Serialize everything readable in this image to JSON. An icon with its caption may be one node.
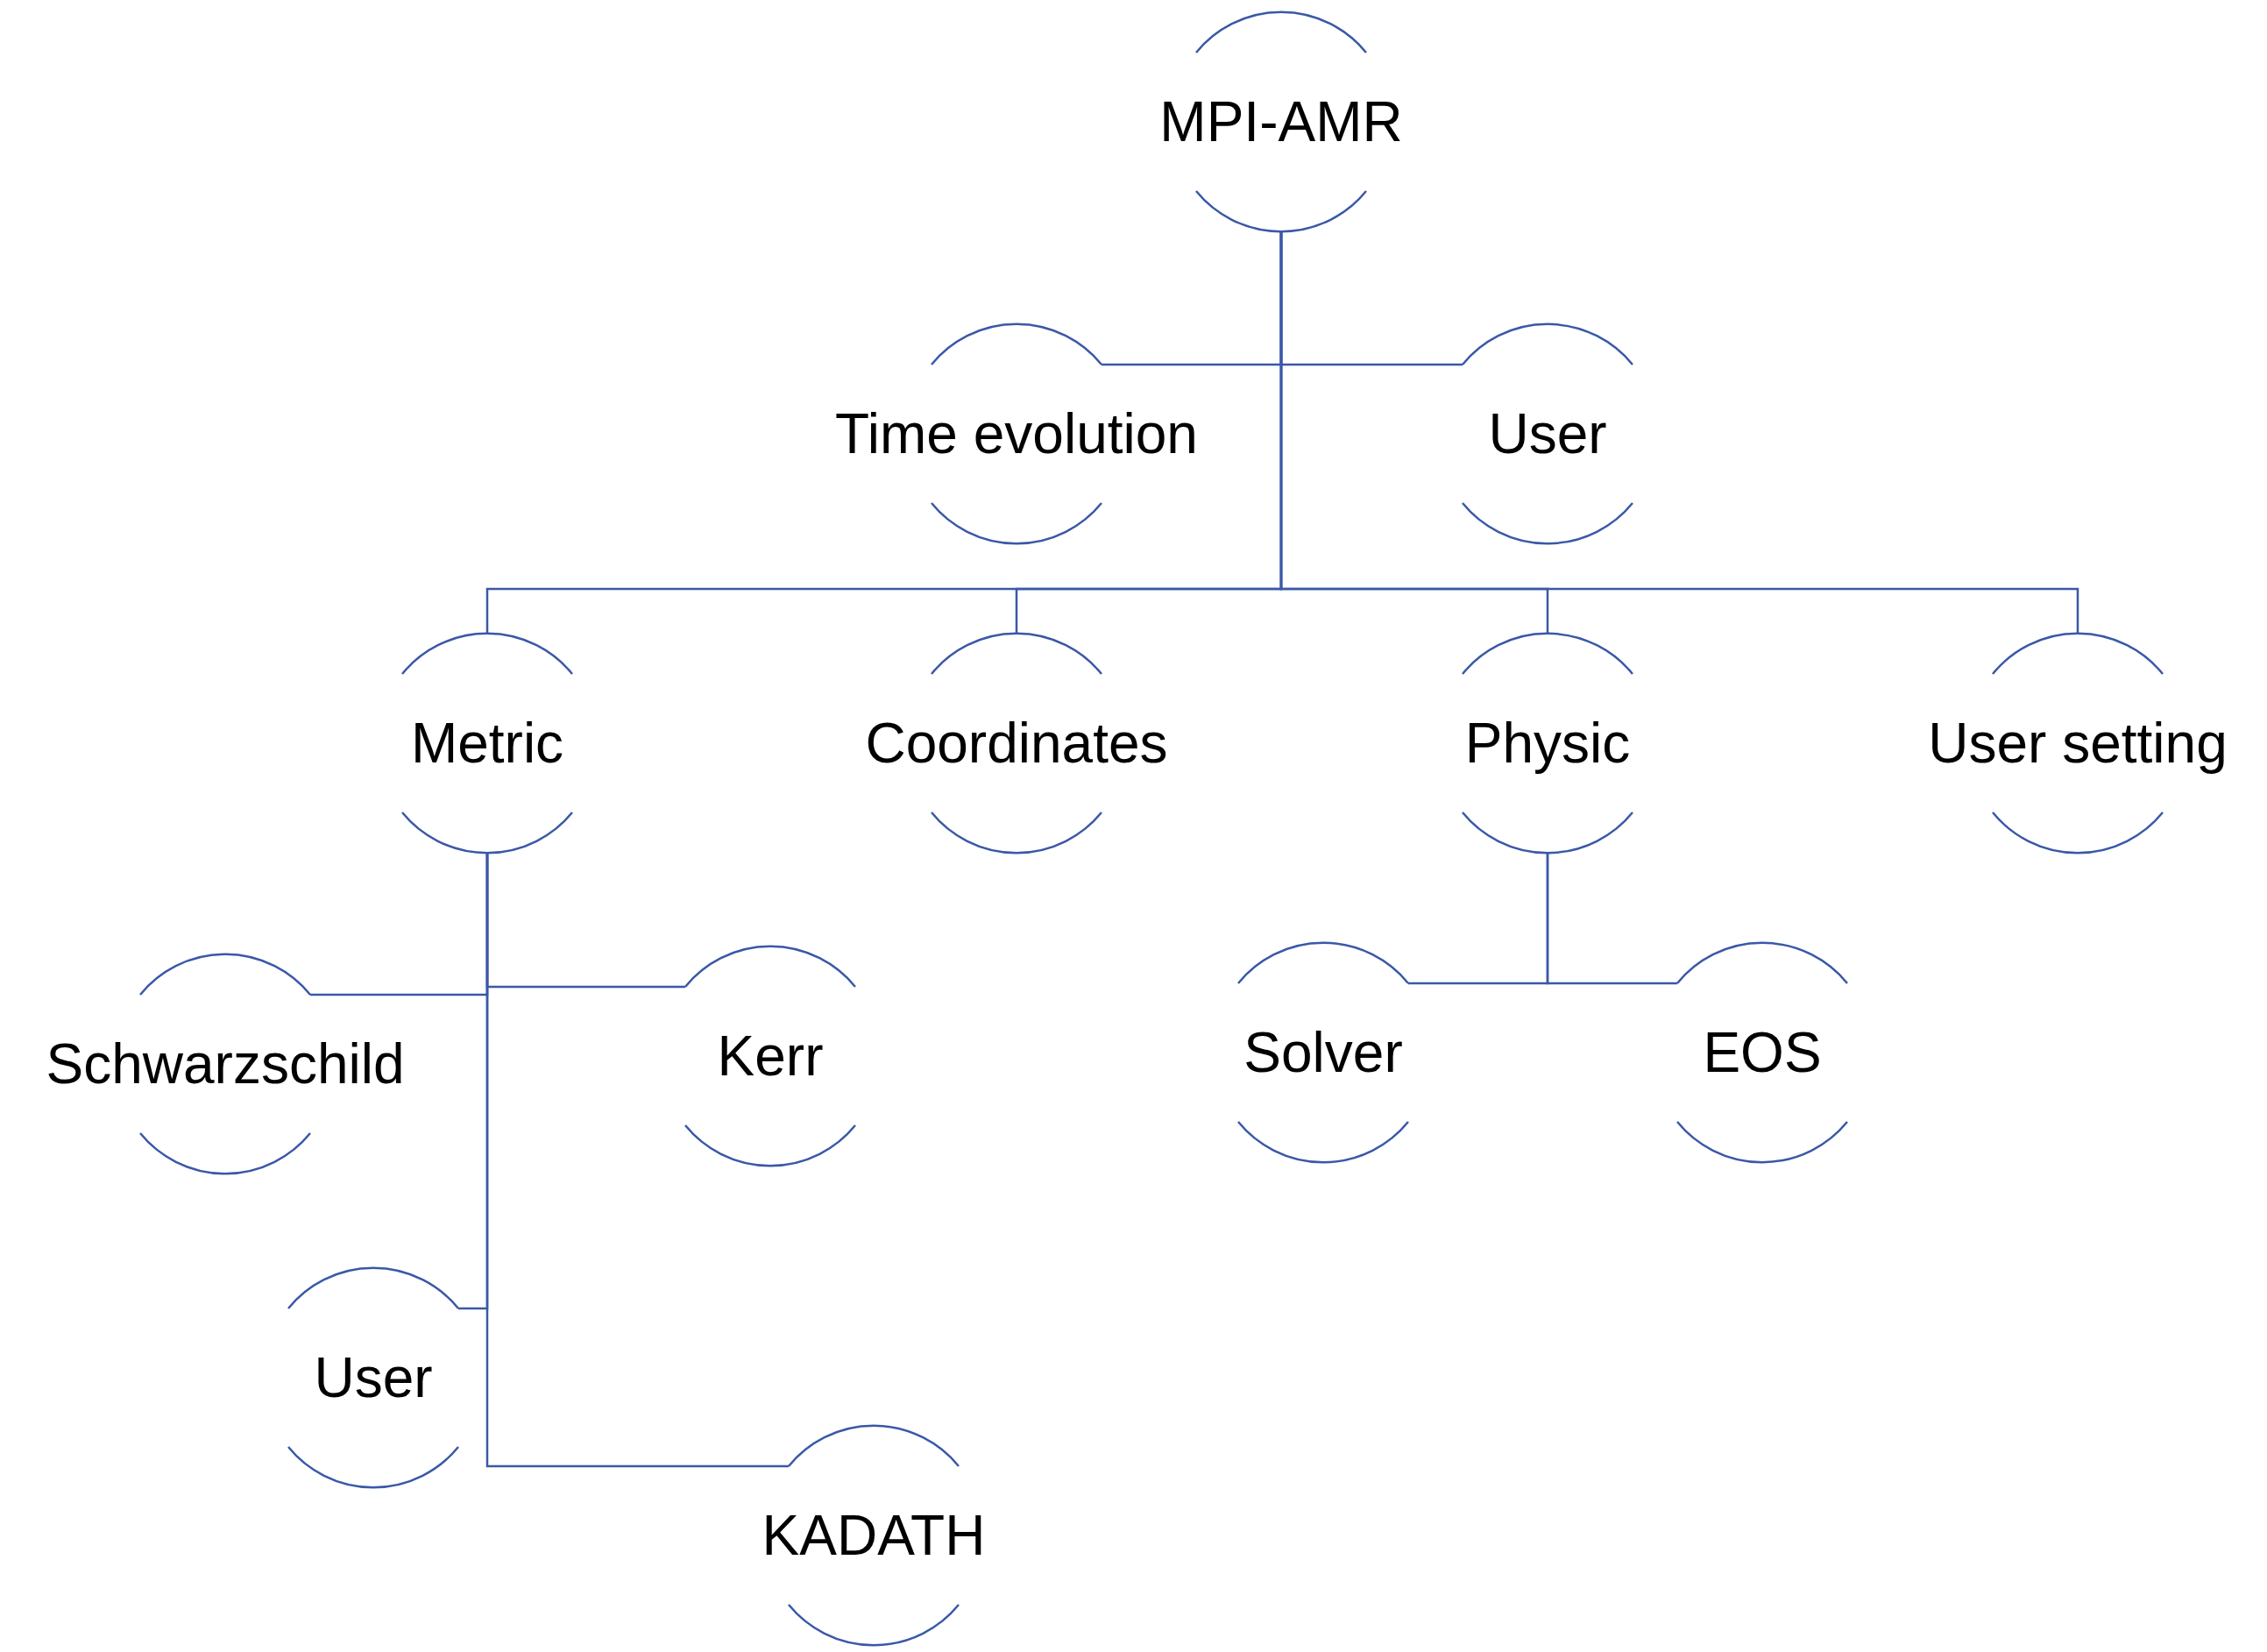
{
  "diagram": {
    "nodes": [
      {
        "text": [
          "MPI-AMR"
        ]
      },
      {
        "text": [
          "Time evolution"
        ]
      },
      {
        "text": [
          "User"
        ]
      },
      {
        "text": [
          "Metric"
        ]
      },
      {
        "text": [
          "Coordinates"
        ]
      },
      {
        "text": [
          "Physic"
        ]
      },
      {
        "text": [
          "User setting"
        ]
      },
      {
        "text": [
          "Schwarzschild"
        ]
      },
      {
        "text": [
          "Kerr"
        ]
      },
      {
        "text": [
          "User"
        ]
      },
      {
        "text": [
          "KADATH"
        ]
      },
      {
        "text": [
          "Solver"
        ]
      },
      {
        "text": [
          "EOS"
        ]
      }
    ],
    "edges": [
      {
        "from": 0,
        "to": 1,
        "arrow": "none"
      },
      {
        "from": 0,
        "to": 2,
        "arrow": "none"
      },
      {
        "from": 0,
        "to": 3,
        "arrow": "none"
      },
      {
        "from": 0,
        "to": 4,
        "arrow": "none"
      },
      {
        "from": 0,
        "to": 5,
        "arrow": "none"
      },
      {
        "from": 0,
        "to": 6,
        "arrow": "none"
      },
      {
        "from": 3,
        "to": 7,
        "arrow": "none"
      },
      {
        "from": 3,
        "to": 8,
        "arrow": "none"
      },
      {
        "from": 3,
        "to": 9,
        "arrow": "none"
      },
      {
        "from": 3,
        "to": 10,
        "arrow": "none"
      },
      {
        "from": 5,
        "to": 11,
        "arrow": "none"
      },
      {
        "from": 5,
        "to": 12,
        "arrow": "none"
      }
    ]
  }
}
